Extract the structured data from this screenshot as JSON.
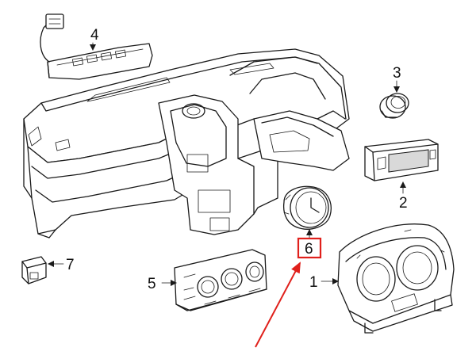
{
  "callouts": [
    {
      "number": "1",
      "part": "instrument-cluster"
    },
    {
      "number": "2",
      "part": "display-unit"
    },
    {
      "number": "3",
      "part": "push-button-switch"
    },
    {
      "number": "4",
      "part": "switch-panel"
    },
    {
      "number": "5",
      "part": "climate-control-panel"
    },
    {
      "number": "6",
      "part": "clock"
    },
    {
      "number": "7",
      "part": "switch-knob"
    }
  ],
  "highlight": {
    "callout": "6",
    "box_color": "#e0201b",
    "arrow_color": "#e0201b"
  },
  "colors": {
    "line": "#1a1a1a",
    "background": "#ffffff",
    "highlight": "#e0201b"
  }
}
